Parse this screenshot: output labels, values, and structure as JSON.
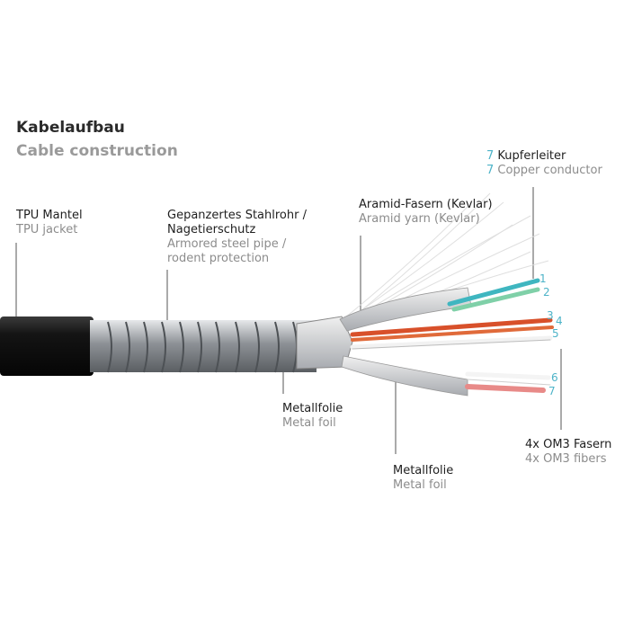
{
  "title": {
    "de": "Kabelaufbau",
    "en": "Cable construction"
  },
  "labels": {
    "tpu": {
      "de": "TPU Mantel",
      "en": "TPU jacket"
    },
    "steel": {
      "de1": "Gepanzertes Stahlrohr /",
      "de2": "Nagetierschutz",
      "en1": "Armored steel pipe /",
      "en2": "rodent protection"
    },
    "aramid": {
      "de": "Aramid-Fasern (Kevlar)",
      "en": "Aramid yarn (Kevlar)"
    },
    "copper": {
      "num": "7",
      "de": "Kupferleiter",
      "en": "Copper conductor"
    },
    "foil1": {
      "de": "Metallfolie",
      "en": "Metal foil"
    },
    "foil2": {
      "de": "Metallfolie",
      "en": "Metal foil"
    },
    "fibers": {
      "de": "4x OM3 Fasern",
      "en": "4x OM3 fibers"
    }
  },
  "wire_numbers": [
    "1",
    "2",
    "3",
    "4",
    "5",
    "6",
    "7"
  ],
  "colors": {
    "jacket": "#111111",
    "steel": "#9a9ea2",
    "wire_teal": "#3fb6c0",
    "wire_green": "#7fd0a8",
    "wire_red": "#d8502a",
    "wire_orange": "#e06a3a",
    "accent": "#4db3c8"
  }
}
